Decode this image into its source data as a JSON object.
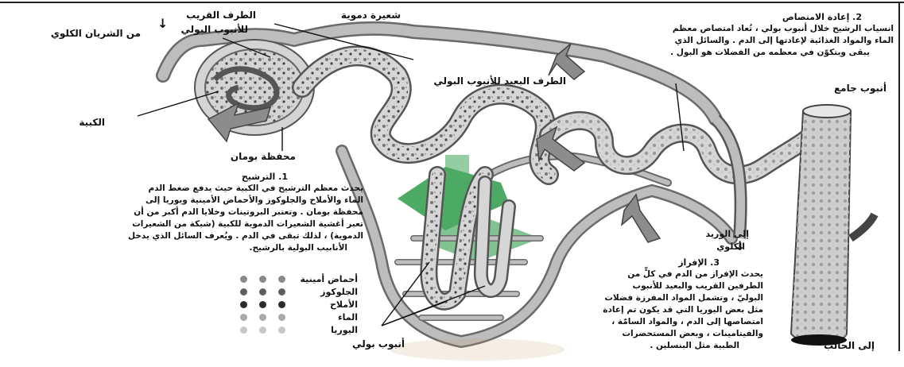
{
  "labels": {
    "artery": "من الشريان الكلوي",
    "proximal": [
      "الطرف القريب",
      "للأنبوب البولي"
    ],
    "arteriole": "شعيرة دموية",
    "glomerulus": "الكبية",
    "bowman": "محفظة بومان",
    "distal": "الطرف البعيد للأنبوب البولي",
    "collecting_duct": "أنبوب جامع",
    "vein": [
      "إلى الوريد",
      "الكلوي"
    ],
    "nephron": "أنبوب بولي",
    "ureter": "إلى الحالب"
  },
  "reabsorption": {
    "heading": "2. إعادة الامتصاص",
    "lines": [
      "انسياب الرشيح خلال أنبوب بولي ، تُعاد امتصاص معظم",
      "الماء والمواد الغذائية لإعادتها إلى الدم . والسائل الذي",
      "يبقى ويتكوّن في معظمه من الفضلات هو البول ."
    ]
  },
  "filtration": {
    "heading": "1. الترشيح",
    "lines": [
      "يحدث معظم الترشيح في الكبية حيث يدفع ضغط الدم",
      "الماء والأملاح والجلوكوز والأحماض الأمينية ويوريا إلى",
      "محفظة بومان . وتعتبر البروتينات وخلايا الدم أكبر من أن",
      "تعبر أغشية الشعيرات الدموية للكبية (شبكة من الشعيرات",
      "الدموية) ، لذلك تبقى في الدم . ويُعرف السائل الذي يدخل",
      "الأنابيب البولية بالرشيح."
    ]
  },
  "secretion": {
    "heading": "3. الإفراز",
    "lines": [
      "يحدث الإفراز من الدم في كلٍّ من",
      "الطرفين القريب والبعيد للأنبوب",
      "البوليّ ، وتشمل المواد المفرزة فضلات",
      "مثل بعض اليوريا التي قد يكون تم إعادة",
      "امتصاصها إلى الدم ، والمواد السامّة ،",
      "والفيتامينات ، وبعض المستحضرات",
      "الطبية مثل البنسلين ."
    ]
  },
  "legend": [
    {
      "label": "أحماض أمينية",
      "color": "#8a8a8a"
    },
    {
      "label": "الجلوكوز",
      "color": "#5f5f5f"
    },
    {
      "label": "الأملاح",
      "color": "#2b2b2b"
    },
    {
      "label": "الماء",
      "color": "#a9a9a9"
    },
    {
      "label": "اليوريا",
      "color": "#c7c7c7"
    }
  ],
  "colors": {
    "vessel": "#b9b9b9",
    "vessel_edge": "#6a6a6a",
    "tubule": "#d6d6d6",
    "watermark": "#2e9c4a"
  }
}
